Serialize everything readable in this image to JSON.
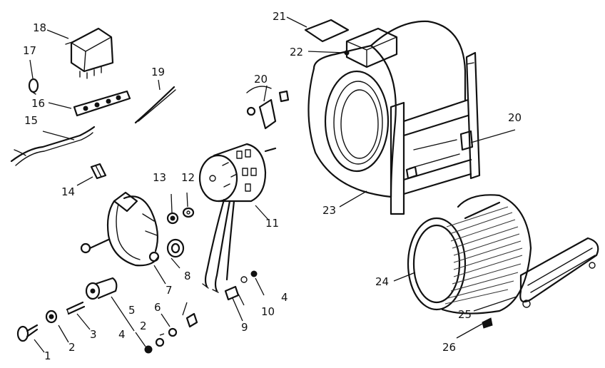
{
  "labels": {
    "l1": "1",
    "l2a": "2",
    "l2b": "2",
    "l3": "3",
    "l4a": "4",
    "l4b": "4",
    "l5": "5",
    "l6": "6",
    "l7": "7",
    "l8": "8",
    "l9": "9",
    "l10": "10",
    "l11": "11",
    "l12": "12",
    "l13": "13",
    "l14": "14",
    "l15": "15",
    "l16": "16",
    "l17": "17",
    "l18": "18",
    "l19": "19",
    "l20a": "20",
    "l20b": "20",
    "l21": "21",
    "l22": "22",
    "l23": "23",
    "l24": "24",
    "l25": "25",
    "l26": "26"
  },
  "colors": {
    "ink": "#111111",
    "paper": "#ffffff"
  }
}
